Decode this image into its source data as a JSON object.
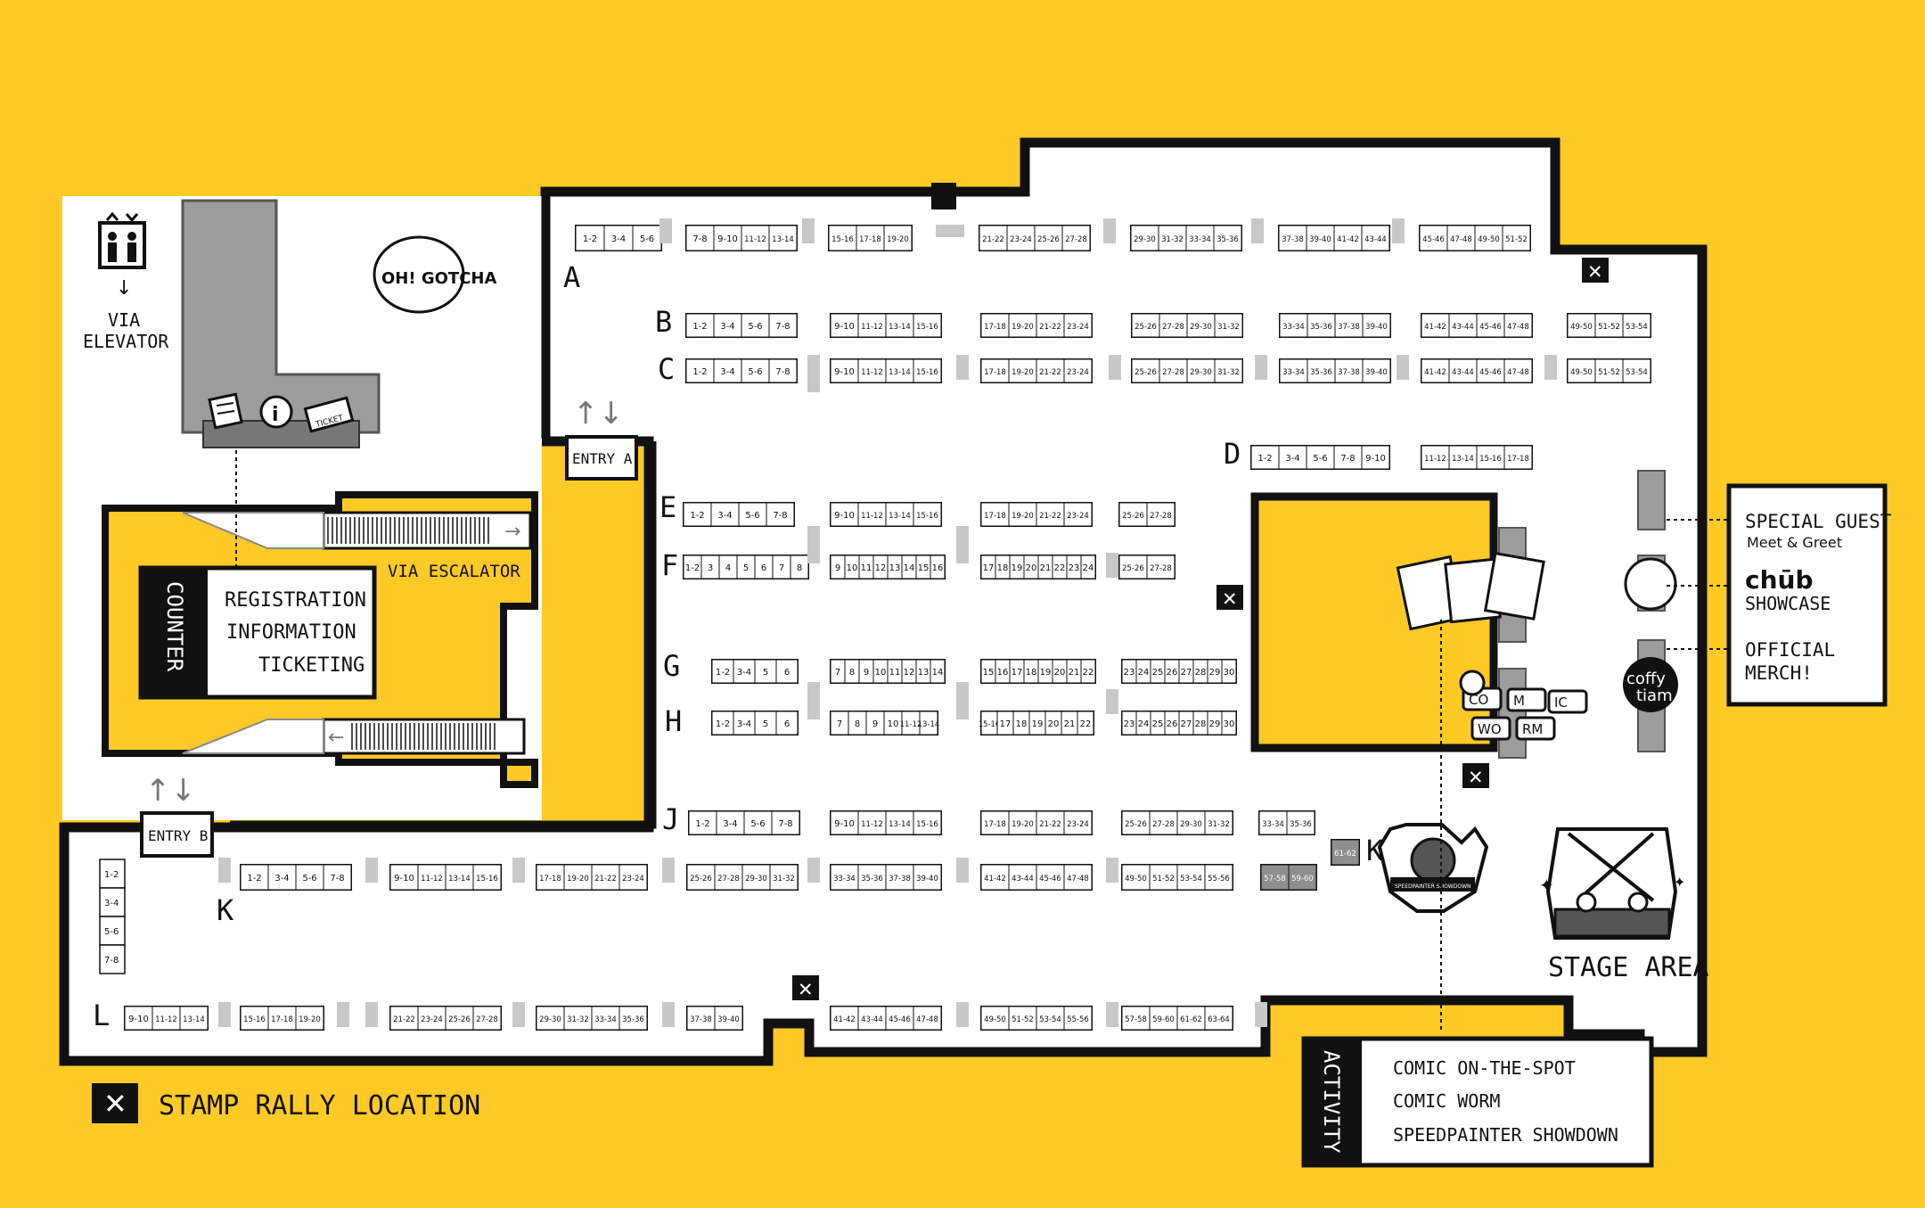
{
  "colors": {
    "background": "#FFC926",
    "floor": "#FFFFFF",
    "wall": "#111111",
    "booth_grey": "#C8C8C8",
    "block_grey": "#9C9C9C"
  },
  "lift": {
    "via_line1": "VIA",
    "via_line2": "ELEVATOR",
    "icon": "elevator-icon"
  },
  "brand": {
    "oh_gotcha": "OH! GOTCHA",
    "coffy": "coffy",
    "tiam": "tiam",
    "chub": "chūb"
  },
  "entries": {
    "a": "ENTRY A",
    "b": "ENTRY B"
  },
  "escalator": "VIA ESCALATOR",
  "counter": {
    "title": "COUNTER",
    "line1": "REGISTRATION",
    "line2": "INFORMATION",
    "line3": "TICKETING"
  },
  "ticket": "TICKET",
  "guest_panel": {
    "line1": "SPECIAL GUEST",
    "line2": "Meet & Greet",
    "line3": "chūb",
    "line4": "SHOWCASE",
    "line5": "OFFICIAL",
    "line6": "MERCH!"
  },
  "activity": {
    "title": "ACTIVITY",
    "line1": "COMIC ON-THE-SPOT",
    "line2": "COMIC WORM",
    "line3": "SPEEDPAINTER SHOWDOWN"
  },
  "stage": "STAGE AREA",
  "legend": {
    "label": "STAMP RALLY LOCATION",
    "icon": "stamp-rally-x-icon"
  },
  "comic_worm": [
    "CO",
    "M",
    "IC",
    "WO",
    "RM"
  ],
  "speedpainter": "SPEEDPAINTER SHOWDOWN",
  "rows": [
    {
      "letter": "A",
      "groups": [
        [
          "1-2",
          "3-4",
          "5-6"
        ],
        [
          "7-8",
          "9-10",
          "11-12",
          "13-14"
        ],
        [
          "15-16",
          "17-18",
          "19-20"
        ],
        [
          "21-22",
          "23-24",
          "25-26",
          "27-28"
        ],
        [
          "29-30",
          "31-32",
          "33-34",
          "35-36"
        ],
        [
          "37-38",
          "39-40",
          "41-42",
          "43-44"
        ],
        [
          "45-46",
          "47-48",
          "49-50",
          "51-52"
        ]
      ]
    },
    {
      "letter": "B",
      "groups": [
        [
          "1-2",
          "3-4",
          "5-6",
          "7-8"
        ],
        [
          "9-10",
          "11-12",
          "13-14",
          "15-16"
        ],
        [
          "17-18",
          "19-20",
          "21-22",
          "23-24"
        ],
        [
          "25-26",
          "27-28",
          "29-30",
          "31-32"
        ],
        [
          "33-34",
          "35-36",
          "37-38",
          "39-40"
        ],
        [
          "41-42",
          "43-44",
          "45-46",
          "47-48"
        ],
        [
          "49-50",
          "51-52",
          "53-54"
        ]
      ]
    },
    {
      "letter": "C",
      "groups": [
        [
          "1-2",
          "3-4",
          "5-6",
          "7-8"
        ],
        [
          "9-10",
          "11-12",
          "13-14",
          "15-16"
        ],
        [
          "17-18",
          "19-20",
          "21-22",
          "23-24"
        ],
        [
          "25-26",
          "27-28",
          "29-30",
          "31-32"
        ],
        [
          "33-34",
          "35-36",
          "37-38",
          "39-40"
        ],
        [
          "41-42",
          "43-44",
          "45-46",
          "47-48"
        ],
        [
          "49-50",
          "51-52",
          "53-54"
        ]
      ]
    },
    {
      "letter": "D",
      "groups": [
        [
          "1-2",
          "3-4",
          "5-6",
          "7-8",
          "9-10"
        ],
        [
          "11-12",
          "13-14",
          "15-16",
          "17-18"
        ]
      ]
    },
    {
      "letter": "E",
      "groups": [
        [
          "1-2",
          "3-4",
          "5-6",
          "7-8"
        ],
        [
          "9-10",
          "11-12",
          "13-14",
          "15-16"
        ],
        [
          "17-18",
          "19-20",
          "21-22",
          "23-24"
        ],
        [
          "25-26",
          "27-28"
        ]
      ]
    },
    {
      "letter": "F",
      "groups": [
        [
          "1-2",
          "3",
          "4",
          "5",
          "6",
          "7",
          "8"
        ],
        [
          "9",
          "10",
          "11",
          "12",
          "13",
          "14",
          "15",
          "16"
        ],
        [
          "17",
          "18",
          "19",
          "20",
          "21",
          "22",
          "23",
          "24"
        ],
        [
          "25-26",
          "27-28"
        ]
      ]
    },
    {
      "letter": "G",
      "groups": [
        [
          "1-2",
          "3-4",
          "5",
          "6"
        ],
        [
          "7",
          "8",
          "9",
          "10",
          "11",
          "12",
          "13",
          "14"
        ],
        [
          "15",
          "16",
          "17",
          "18",
          "19",
          "20",
          "21",
          "22"
        ],
        [
          "23",
          "24",
          "25",
          "26",
          "27",
          "28",
          "29",
          "30"
        ]
      ]
    },
    {
      "letter": "H",
      "groups": [
        [
          "1-2",
          "3-4",
          "5",
          "6"
        ],
        [
          "7",
          "8",
          "9",
          "10",
          "11-12",
          "13-14"
        ],
        [
          "15-16",
          "17",
          "18",
          "19",
          "20",
          "21",
          "22"
        ],
        [
          "23",
          "24",
          "25",
          "26",
          "27",
          "28",
          "29",
          "30"
        ]
      ]
    },
    {
      "letter": "J",
      "groups": [
        [
          "1-2",
          "3-4",
          "5-6",
          "7-8"
        ],
        [
          "9-10",
          "11-12",
          "13-14",
          "15-16"
        ],
        [
          "17-18",
          "19-20",
          "21-22",
          "23-24"
        ],
        [
          "25-26",
          "27-28",
          "29-30",
          "31-32"
        ],
        [
          "33-34",
          "35-36"
        ]
      ]
    },
    {
      "letter": "K",
      "groups": [
        [
          "1-2",
          "3-4",
          "5-6",
          "7-8"
        ],
        [
          "9-10",
          "11-12",
          "13-14",
          "15-16"
        ],
        [
          "17-18",
          "19-20",
          "21-22",
          "23-24"
        ],
        [
          "25-26",
          "27-28",
          "29-30",
          "31-32"
        ],
        [
          "33-34",
          "35-36",
          "37-38",
          "39-40"
        ],
        [
          "41-42",
          "43-44",
          "45-46",
          "47-48"
        ],
        [
          "49-50",
          "51-52",
          "53-54",
          "55-56"
        ],
        [
          "57-58",
          "59-60"
        ]
      ]
    },
    {
      "letter": "K",
      "groups": [
        [
          "61-62"
        ]
      ]
    },
    {
      "letter": "L",
      "groups": [
        [
          "9-10",
          "11-12",
          "13-14"
        ],
        [
          "15-16",
          "17-18",
          "19-20"
        ],
        [
          "21-22",
          "23-24",
          "25-26",
          "27-28"
        ],
        [
          "29-30",
          "31-32",
          "33-34",
          "35-36"
        ],
        [
          "37-38",
          "39-40"
        ],
        [
          "41-42",
          "43-44",
          "45-46",
          "47-48"
        ],
        [
          "49-50",
          "51-52",
          "53-54",
          "55-56"
        ],
        [
          "57-58",
          "59-60",
          "61-62",
          "63-64"
        ]
      ]
    },
    {
      "letter": "",
      "groups": [
        [
          "1-2",
          "3-4",
          "5-6",
          "7-8"
        ]
      ]
    }
  ]
}
